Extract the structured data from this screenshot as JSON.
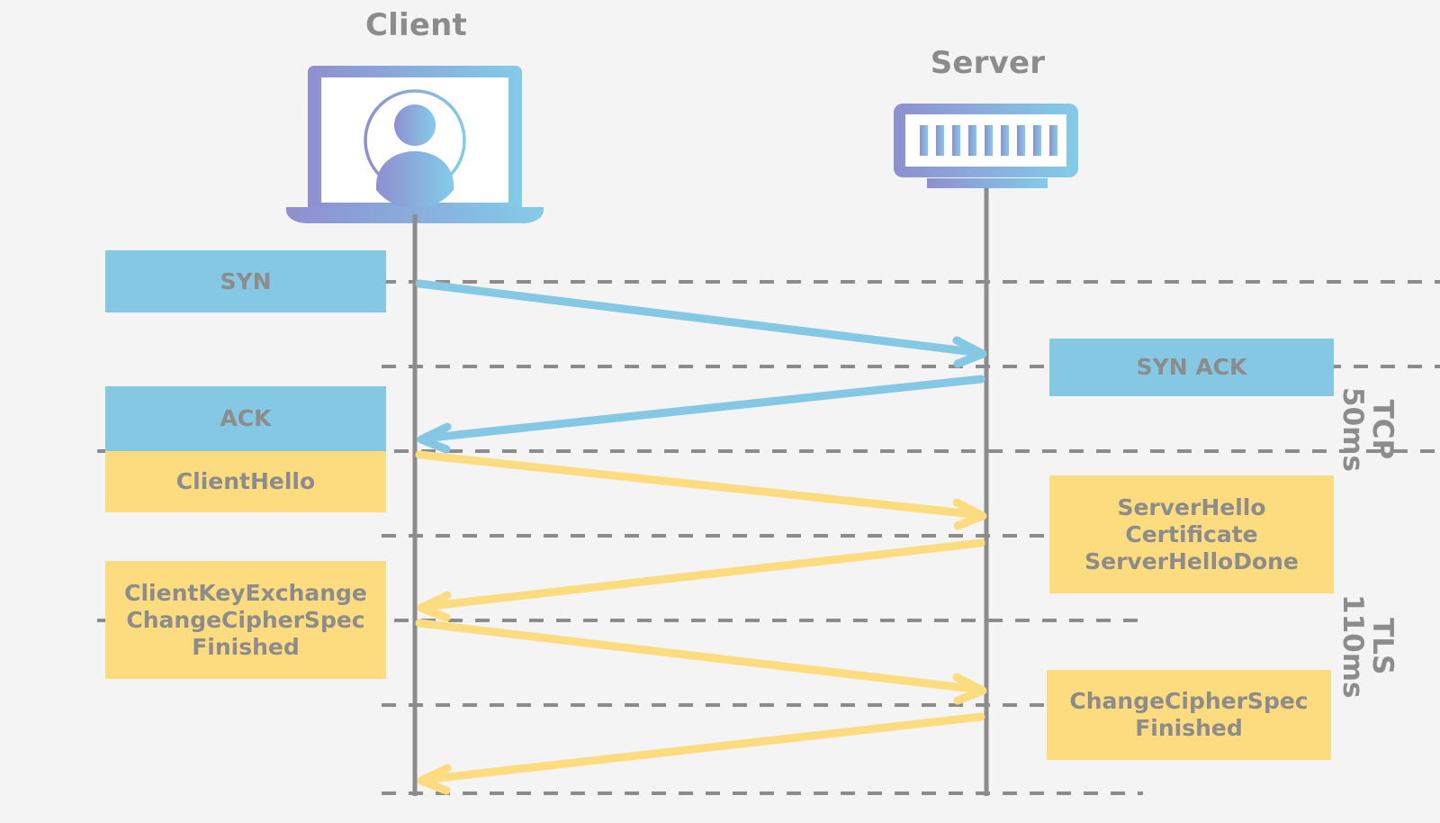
{
  "diagram": {
    "title_client": "Client",
    "title_server": "Server",
    "background_color": "#f4f4f4",
    "text_color": "#8c8c8c",
    "tcp_color": "#85c8e3",
    "tls_color": "#fcdc7f",
    "lifeline_color": "#8c8c8c",
    "icon_gradient_from": "#8f8fd0",
    "icon_gradient_to": "#83cce8"
  },
  "icons": {
    "client": "laptop-user-icon",
    "server": "server-rack-icon"
  },
  "messages": {
    "client_side": [
      {
        "label": "SYN",
        "lines": [
          "SYN"
        ],
        "protocol": "TCP",
        "color": "#85c8e3"
      },
      {
        "label": "ACK",
        "lines": [
          "ACK"
        ],
        "protocol": "TCP",
        "color": "#85c8e3"
      },
      {
        "label": "ClientHello",
        "lines": [
          "ClientHello"
        ],
        "protocol": "TLS",
        "color": "#fcdc7f"
      },
      {
        "label": "ClientKeyExchange ChangeCipherSpec Finished",
        "lines": [
          "ClientKeyExchange",
          "ChangeCipherSpec",
          "Finished"
        ],
        "protocol": "TLS",
        "color": "#fcdc7f"
      }
    ],
    "server_side": [
      {
        "label": "SYN ACK",
        "lines": [
          "SYN ACK"
        ],
        "protocol": "TCP",
        "color": "#85c8e3"
      },
      {
        "label": "ServerHello Certificate ServerHelloDone",
        "lines": [
          "ServerHello",
          "Certificate",
          "ServerHelloDone"
        ],
        "protocol": "TLS",
        "color": "#fcdc7f"
      },
      {
        "label": "ChangeCipherSpec Finished",
        "lines": [
          "ChangeCipherSpec",
          "Finished"
        ],
        "protocol": "TLS",
        "color": "#fcdc7f"
      }
    ]
  },
  "phases": [
    {
      "name": "TCP",
      "duration": "50ms",
      "color": "#85c8e3"
    },
    {
      "name": "TLS",
      "duration": "110ms",
      "color": "#fcdc7f"
    }
  ],
  "arrows": [
    {
      "name": "syn",
      "direction": "client-to-server",
      "color": "#85c8e3"
    },
    {
      "name": "syn-ack",
      "direction": "server-to-client",
      "color": "#85c8e3"
    },
    {
      "name": "client-hello",
      "direction": "client-to-server",
      "color": "#fcdc7f"
    },
    {
      "name": "server-hello",
      "direction": "server-to-client",
      "color": "#fcdc7f"
    },
    {
      "name": "client-key-exchange",
      "direction": "client-to-server",
      "color": "#fcdc7f"
    },
    {
      "name": "server-change-cipher-spec",
      "direction": "server-to-client",
      "color": "#fcdc7f"
    }
  ]
}
